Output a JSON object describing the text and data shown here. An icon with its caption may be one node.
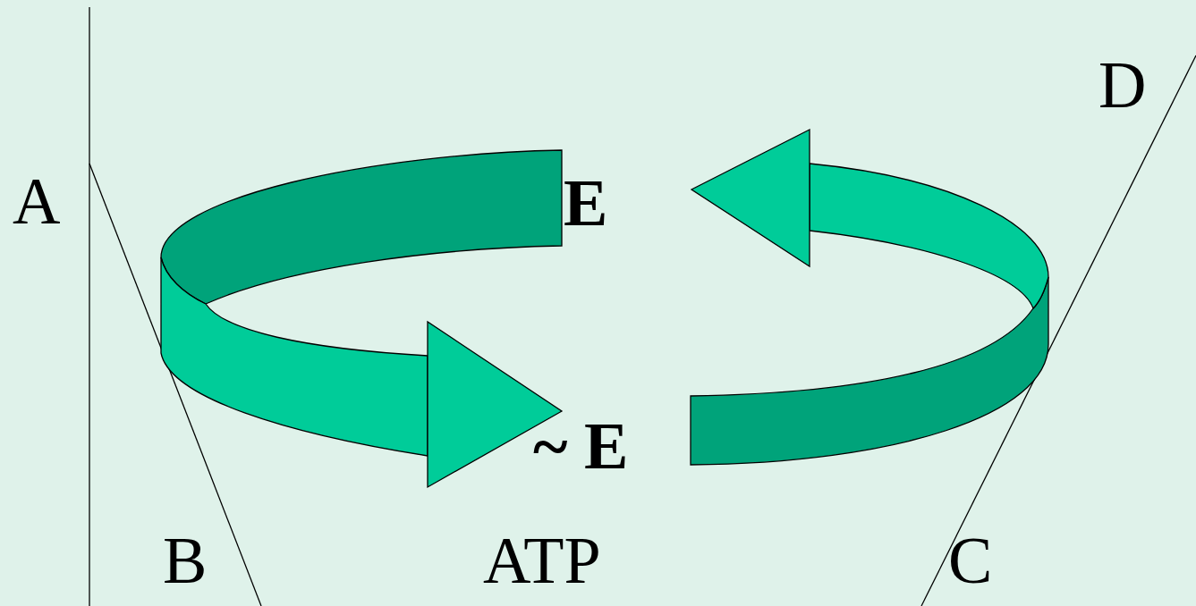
{
  "diagram": {
    "nodes": [
      {
        "text": [
          "E"
        ]
      },
      {
        "text": [
          "~ E"
        ]
      }
    ],
    "edges": [
      {
        "from": 0,
        "to": 1,
        "arrow": "to"
      },
      {
        "from": 1,
        "to": 0,
        "arrow": "to"
      }
    ],
    "labels": [
      "D",
      "A",
      "B",
      "ATP",
      "C"
    ]
  }
}
